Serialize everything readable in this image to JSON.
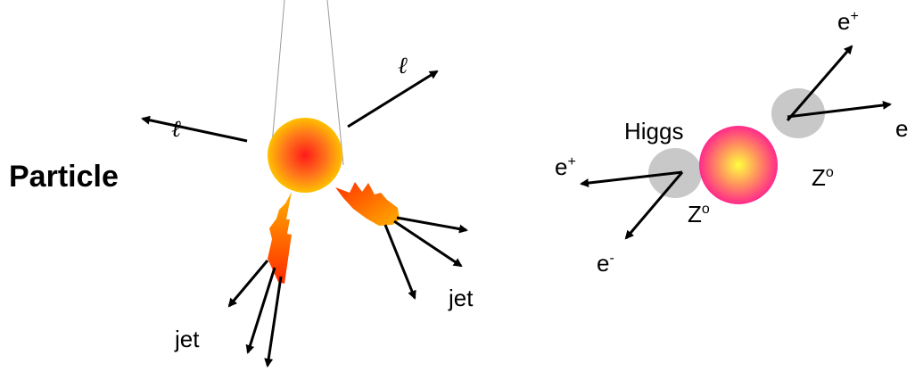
{
  "left_diagram": {
    "title": "Particle",
    "lepton_label_left": "ℓ",
    "lepton_label_right": "ℓ",
    "jet_label_left": "jet",
    "jet_label_right": "jet"
  },
  "right_diagram": {
    "higgs_label": "Higgs",
    "z_label_left": "Z",
    "z_label_right": "Z",
    "z_superscript": "o",
    "electron_top": "e",
    "electron_top_charge": "+",
    "electron_right": "e",
    "electron_left": "e",
    "electron_left_charge": "+",
    "electron_bottom": "e",
    "electron_bottom_charge": "-"
  },
  "colors": {
    "particle_center": "#ff1a1a",
    "particle_edge": "#ffc000",
    "higgs_center": "#ffff40",
    "higgs_edge": "#ff2a8a",
    "z_boson": "#c8c8c8",
    "jet_base": "#ff2a00",
    "jet_tip": "#ffb000"
  }
}
